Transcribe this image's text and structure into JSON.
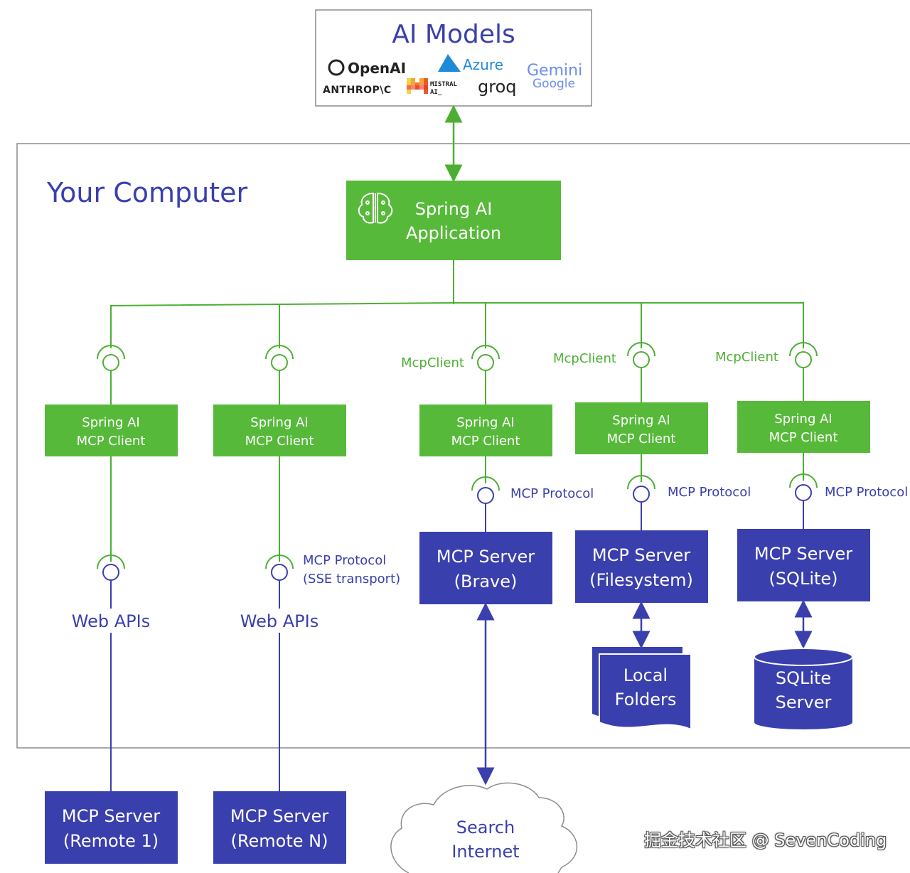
{
  "ai_models": {
    "title": "AI Models",
    "providers": {
      "openai": "OpenAI",
      "azure": "Azure",
      "gemini": "Gemini",
      "google": "Google",
      "anthropic": "ANTHROP\\C",
      "mistral_line1": "MISTRAL",
      "mistral_line2": "AI_",
      "groq": "groq"
    }
  },
  "computer": {
    "title": "Your Computer"
  },
  "app": {
    "line1": "Spring AI",
    "line2": "Application",
    "icon": "brain-icon"
  },
  "clients": [
    {
      "line1": "Spring AI",
      "line2": "MCP Client"
    },
    {
      "line1": "Spring AI",
      "line2": "MCP Client"
    },
    {
      "line1": "Spring AI",
      "line2": "MCP Client",
      "label": "McpClient"
    },
    {
      "line1": "Spring AI",
      "line2": "MCP Client",
      "label": "McpClient"
    },
    {
      "line1": "Spring AI",
      "line2": "MCP Client",
      "label": "McpClient"
    }
  ],
  "protocols": {
    "sse_line1": "MCP Protocol",
    "sse_line2": "(SSE transport)",
    "brave": "MCP Protocol",
    "filesystem": "MCP Protocol",
    "sqlite": "MCP Protocol"
  },
  "web_apis": [
    "Web APIs",
    "Web APIs"
  ],
  "servers": {
    "brave": {
      "line1": "MCP Server",
      "line2": "(Brave)"
    },
    "filesystem": {
      "line1": "MCP Server",
      "line2": "(Filesystem)"
    },
    "sqlite": {
      "line1": "MCP Server",
      "line2": "(SQLite)"
    },
    "remote1": {
      "line1": "MCP Server",
      "line2": "(Remote 1)"
    },
    "remoteN": {
      "line1": "MCP Server",
      "line2": "(Remote N)"
    }
  },
  "resources": {
    "local_folders": {
      "line1": "Local",
      "line2": "Folders"
    },
    "sqlite_server": {
      "line1": "SQLite",
      "line2": "Server"
    },
    "internet": {
      "line1": "Search",
      "line2": "Internet"
    }
  },
  "watermark": "掘金技术社区 @ SevenCoding",
  "colors": {
    "green": "#57b93a",
    "blue": "#3a3fae",
    "line_green": "#4caf33",
    "border": "#8c8c8c"
  }
}
